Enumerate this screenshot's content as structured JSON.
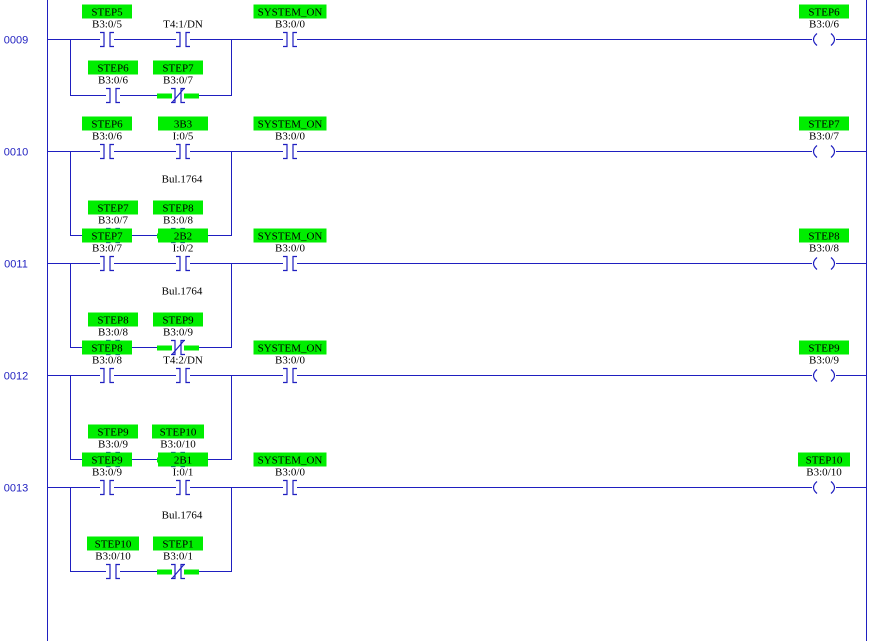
{
  "colors": {
    "wire": "#1f1fc0",
    "tag_fill": "#00ee00",
    "text": "#000000",
    "background": "#ffffff"
  },
  "rungs": [
    {
      "number": "0009",
      "inputs": [
        {
          "kind": "XIC",
          "tag": "STEP5",
          "address": "B3:0/5"
        },
        {
          "kind": "XIC",
          "tag": "",
          "address": "T4:1/DN"
        },
        {
          "kind": "XIC",
          "tag": "SYSTEM_ON",
          "address": "B3:0/0"
        }
      ],
      "branch": [
        {
          "kind": "XIC",
          "tag": "STEP6",
          "address": "B3:0/6",
          "energized": false
        },
        {
          "kind": "XIO",
          "tag": "STEP7",
          "address": "B3:0/7",
          "energized": true
        }
      ],
      "note": "",
      "output": {
        "kind": "OTE",
        "tag": "STEP6",
        "address": "B3:0/6"
      }
    },
    {
      "number": "0010",
      "inputs": [
        {
          "kind": "XIC",
          "tag": "STEP6",
          "address": "B3:0/6"
        },
        {
          "kind": "XIC",
          "tag": "3B3",
          "address": "I:0/5"
        },
        {
          "kind": "XIC",
          "tag": "SYSTEM_ON",
          "address": "B3:0/0"
        }
      ],
      "branch": [
        {
          "kind": "XIC",
          "tag": "STEP7",
          "address": "B3:0/7",
          "energized": false
        },
        {
          "kind": "XIO",
          "tag": "STEP8",
          "address": "B3:0/8",
          "energized": true
        }
      ],
      "note": "Bul.1764",
      "output": {
        "kind": "OTE",
        "tag": "STEP7",
        "address": "B3:0/7"
      }
    },
    {
      "number": "0011",
      "inputs": [
        {
          "kind": "XIC",
          "tag": "STEP7",
          "address": "B3:0/7"
        },
        {
          "kind": "XIC",
          "tag": "2B2",
          "address": "I:0/2"
        },
        {
          "kind": "XIC",
          "tag": "SYSTEM_ON",
          "address": "B3:0/0"
        }
      ],
      "branch": [
        {
          "kind": "XIC",
          "tag": "STEP8",
          "address": "B3:0/8",
          "energized": false
        },
        {
          "kind": "XIO",
          "tag": "STEP9",
          "address": "B3:0/9",
          "energized": true
        }
      ],
      "note": "Bul.1764",
      "output": {
        "kind": "OTE",
        "tag": "STEP8",
        "address": "B3:0/8"
      }
    },
    {
      "number": "0012",
      "inputs": [
        {
          "kind": "XIC",
          "tag": "STEP8",
          "address": "B3:0/8"
        },
        {
          "kind": "XIC",
          "tag": "",
          "address": "T4:2/DN"
        },
        {
          "kind": "XIC",
          "tag": "SYSTEM_ON",
          "address": "B3:0/0"
        }
      ],
      "branch": [
        {
          "kind": "XIC",
          "tag": "STEP9",
          "address": "B3:0/9",
          "energized": false
        },
        {
          "kind": "XIO",
          "tag": "STEP10",
          "address": "B3:0/10",
          "energized": true
        }
      ],
      "note": "",
      "output": {
        "kind": "OTE",
        "tag": "STEP9",
        "address": "B3:0/9"
      }
    },
    {
      "number": "0013",
      "inputs": [
        {
          "kind": "XIC",
          "tag": "STEP9",
          "address": "B3:0/9"
        },
        {
          "kind": "XIC",
          "tag": "2B1",
          "address": "I:0/1"
        },
        {
          "kind": "XIC",
          "tag": "SYSTEM_ON",
          "address": "B3:0/0"
        }
      ],
      "branch": [
        {
          "kind": "XIC",
          "tag": "STEP10",
          "address": "B3:0/10",
          "energized": false
        },
        {
          "kind": "XIO",
          "tag": "STEP1",
          "address": "B3:0/1",
          "energized": true
        }
      ],
      "note": "Bul.1764",
      "output": {
        "kind": "OTE",
        "tag": "STEP10",
        "address": "B3:0/10"
      }
    }
  ]
}
